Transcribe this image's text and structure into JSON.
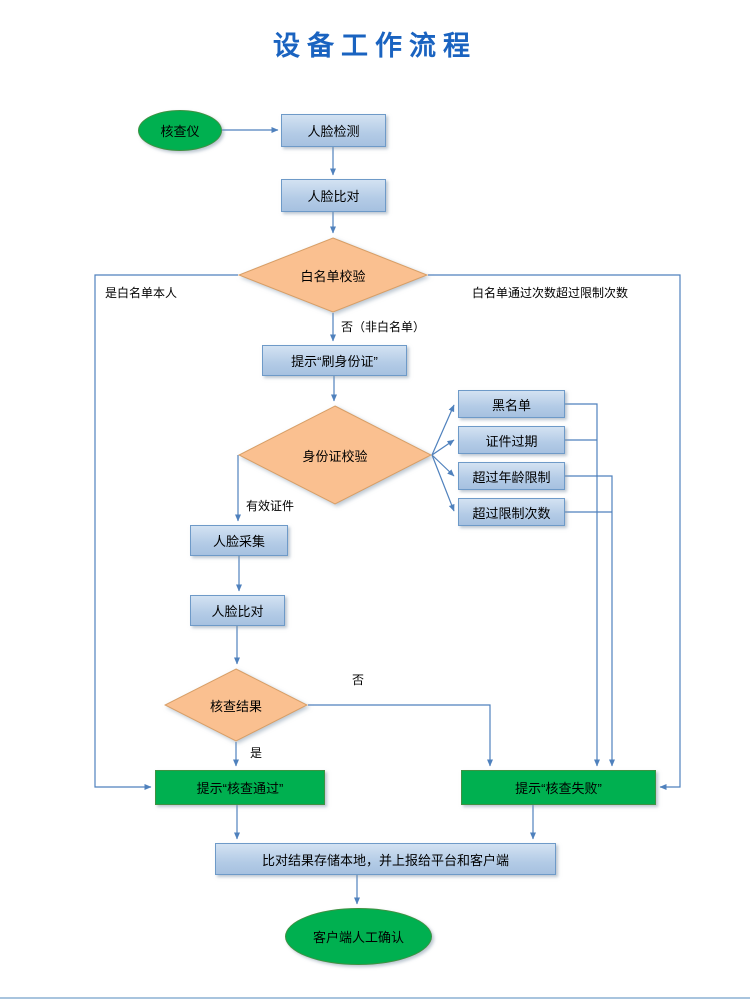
{
  "title": "设备工作流程",
  "colors": {
    "title": "#1a63c0",
    "node_blue_fill": "#b3cbe6",
    "node_blue_border": "#6e9ac8",
    "diamond_fill": "#fac090",
    "diamond_border": "#d79e66",
    "green_fill": "#00b050",
    "green_border": "#3f9142",
    "arrow": "#4f81bd"
  },
  "nodes": {
    "verifier": "核查仪",
    "face_detect": "人脸检测",
    "face_compare_1": "人脸比对",
    "whitelist_check": "白名单校验",
    "prompt_swipe_id": "提示“刷身份证”",
    "id_check": "身份证校验",
    "blacklist": "黑名单",
    "cert_expired": "证件过期",
    "over_age": "超过年龄限制",
    "over_limit": "超过限制次数",
    "face_capture": "人脸采集",
    "face_compare_2": "人脸比对",
    "check_result": "核查结果",
    "prompt_pass": "提示“核查通过”",
    "prompt_fail": "提示“核查失败”",
    "store_report": "比对结果存储本地，并上报给平台和客户端",
    "client_confirm": "客户端人工确认"
  },
  "edge_labels": {
    "is_whitelist_person": "是白名单本人",
    "whitelist_over_limit": "白名单通过次数超过限制次数",
    "not_whitelist": "否（非白名单）",
    "valid_cert": "有效证件",
    "no": "否",
    "yes": "是"
  }
}
